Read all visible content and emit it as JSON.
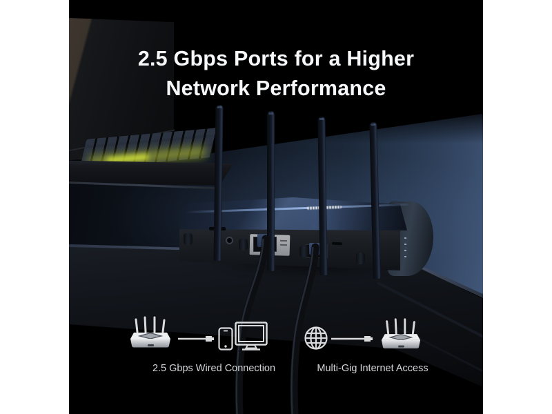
{
  "colors": {
    "canvas_background": "#ffffff",
    "stage_background": "#000000",
    "title_color": "#f7f8fa",
    "caption_color": "#d5d6d9",
    "icon_color": "#d9dadc",
    "keyboard_glow": "#a9b62c",
    "desk_highlight": "#42587a"
  },
  "hero": {
    "title_line1": "2.5 Gbps Ports for a Higher",
    "title_line2": "Network Performance"
  },
  "features": [
    {
      "caption": "2.5 Gbps Wired Connection",
      "icons": [
        "wifi-router-icon",
        "ethernet-cable-icon",
        "smartphone-icon",
        "desktop-monitor-icon"
      ]
    },
    {
      "caption": "Multi-Gig Internet Access",
      "icons": [
        "globe-icon",
        "ethernet-cable-icon",
        "wifi-router-icon"
      ]
    }
  ]
}
